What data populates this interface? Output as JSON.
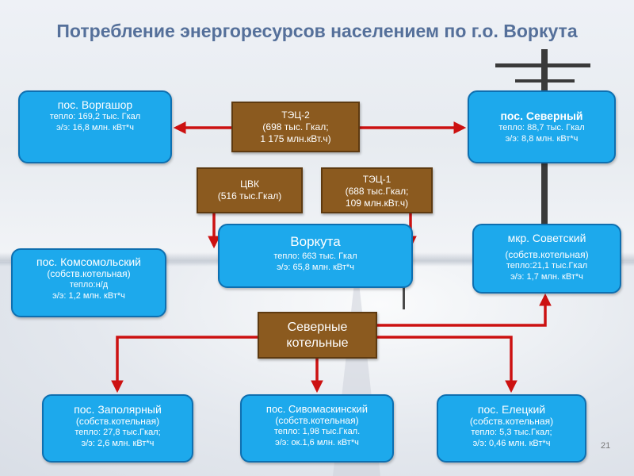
{
  "title": "Потребление энергоресурсов населением по г.о. Воркута",
  "sources": {
    "tec2": {
      "name": "ТЭЦ-2",
      "line1": "(698 тыс. Гкал;",
      "line2": "1 175 млн.кВт.ч)"
    },
    "cvk": {
      "name": "ЦВК",
      "line1": "(516 тыс.Гкал)"
    },
    "tec1": {
      "name": "ТЭЦ-1",
      "line1": "(688 тыс.Гкал;",
      "line2": "109 млн.кВт.ч)"
    },
    "northern_boilers": {
      "name_line1": "Северные",
      "name_line2": "котельные"
    }
  },
  "consumers": {
    "vorgashor": {
      "name": "пос. Воргашор",
      "heat": "тепло: 169,2 тыс. Гкал",
      "power": "э/э: 16,8 млн. кВт*ч"
    },
    "severny": {
      "name": "пос. Северный",
      "heat": "тепло: 88,7 тыс. Гкал",
      "power": "э/э: 8,8 млн. кВт*ч"
    },
    "vorkuta": {
      "name": "Воркута",
      "heat": "тепло: 663 тыс. Гкал",
      "power": "э/э: 65,8 млн. кВт*ч"
    },
    "komsomolsky": {
      "name": "пос. Комсомольский",
      "note": "(собств.котельная)",
      "heat": "тепло:н/д",
      "power": "э/э: 1,2 млн. кВт*ч"
    },
    "sovetsky": {
      "name": "мкр. Советский",
      "note": "(собств.котельная)",
      "heat": "тепло:21,1 тыс.Гкал",
      "power": "э/э: 1,7 млн. кВт*ч"
    },
    "zapolyarny": {
      "name": "пос. Заполярный",
      "note": "(собств.котельная)",
      "heat": "тепло: 27,8 тыс.Гкал;",
      "power": "э/э: 2,6 млн. кВт*ч"
    },
    "sivomaskinsky": {
      "name": "пос. Сивомаскинский",
      "note": "(собств.котельная)",
      "heat": "тепло: 1,98 тыс.Гкал.",
      "power": "э/э: ок.1,6 млн. кВт*ч"
    },
    "yeletsky": {
      "name": "пос. Елецкий",
      "note": "(собств.котельная)",
      "heat": "тепло: 5,3 тыс.Гкал;",
      "power": "э/э: 0,46 млн. кВт*ч"
    }
  },
  "page_number": "21",
  "colors": {
    "consumer_fill": "#1da9ec",
    "source_fill": "#8b5a1f",
    "arrow": "#cc1111",
    "title": "#55709a"
  }
}
